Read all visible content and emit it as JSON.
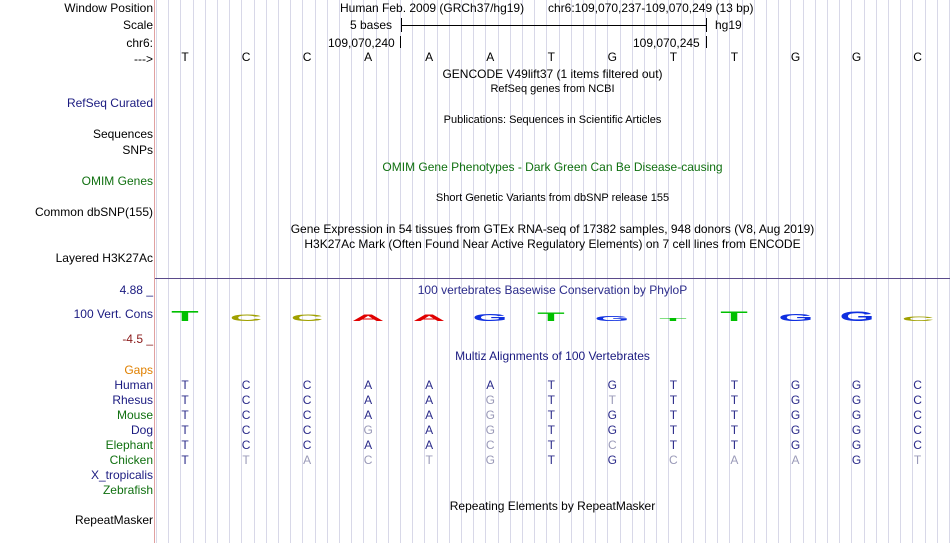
{
  "labels": {
    "window_position": "Window Position",
    "scale": "Scale",
    "chrom": "chr6:",
    "strand": "--->",
    "refseq": "RefSeq Curated",
    "sequences": "Sequences",
    "snps": "SNPs",
    "omim": "OMIM Genes",
    "common_dbsnp": "Common dbSNP(155)",
    "layered": "Layered H3K27Ac",
    "cons_max": "4.88 _",
    "cons": "100 Vert. Cons",
    "cons_min": "-4.5 _",
    "gaps": "Gaps",
    "repeatmasker": "RepeatMasker"
  },
  "header": {
    "assembly": "Human Feb. 2009 (GRCh37/hg19)",
    "position": "chr6:109,070,237-109,070,249 (13 bp)",
    "scale_text": "5 bases",
    "scale_db": "hg19",
    "coord_left": "109,070,240",
    "coord_right": "109,070,245"
  },
  "sequence": [
    "T",
    "C",
    "C",
    "A",
    "A",
    "A",
    "T",
    "G",
    "T",
    "T",
    "G",
    "G",
    "C"
  ],
  "tracks": {
    "gencode": "GENCODE V49lift37 (1 items filtered out)",
    "refseq_desc": "RefSeq genes from NCBI",
    "publications": "Publications: Sequences in Scientific Articles",
    "omim_desc": "OMIM Gene Phenotypes - Dark Green Can Be Disease-causing",
    "dbsnp_desc": "Short Genetic Variants from dbSNP release 155",
    "gtex": "Gene Expression in 54 tissues from GTEx RNA-seq of 17382 samples, 948 donors (V8, Aug 2019)",
    "h3k27ac": "H3K27Ac Mark (Often Found Near Active Regulatory Elements) on 7 cell lines from ENCODE",
    "phylop": "100 vertebrates Basewise Conservation by PhyloP",
    "multiz": "Multiz Alignments of 100 Vertebrates",
    "repeatmasker_desc": "Repeating Elements by RepeatMasker"
  },
  "conservation_logo": [
    {
      "base": "T",
      "color": "#00c000",
      "strength": 1.0
    },
    {
      "base": "C",
      "color": "#a0a000",
      "strength": 0.5
    },
    {
      "base": "C",
      "color": "#a0a000",
      "strength": 0.5
    },
    {
      "base": "A",
      "color": "#e00000",
      "strength": 0.5
    },
    {
      "base": "A",
      "color": "#e00000",
      "strength": 0.5
    },
    {
      "base": "G",
      "color": "#1030e0",
      "strength": 0.6
    },
    {
      "base": "T",
      "color": "#00c000",
      "strength": 0.7
    },
    {
      "base": "G",
      "color": "#1030e0",
      "strength": 0.3
    },
    {
      "base": "T",
      "color": "#00c000",
      "strength": 0.1
    },
    {
      "base": "T",
      "color": "#00c000",
      "strength": 0.9
    },
    {
      "base": "G",
      "color": "#1030e0",
      "strength": 0.55
    },
    {
      "base": "G",
      "color": "#1030e0",
      "strength": 0.85
    },
    {
      "base": "C",
      "color": "#a0a000",
      "strength": 0.25
    }
  ],
  "alignments": [
    {
      "species": "Human",
      "color": "#1a1a80",
      "bases": [
        "T",
        "C",
        "C",
        "A",
        "A",
        "A",
        "T",
        "G",
        "T",
        "T",
        "G",
        "G",
        "C"
      ],
      "dim": [
        0,
        0,
        0,
        0,
        0,
        0,
        0,
        0,
        0,
        0,
        0,
        0,
        0
      ]
    },
    {
      "species": "Rhesus",
      "color": "#1a1a80",
      "bases": [
        "T",
        "C",
        "C",
        "A",
        "A",
        "G",
        "T",
        "T",
        "T",
        "T",
        "G",
        "G",
        "C"
      ],
      "dim": [
        0,
        0,
        0,
        0,
        0,
        1,
        0,
        1,
        0,
        0,
        0,
        0,
        0
      ]
    },
    {
      "species": "Mouse",
      "color": "#107010",
      "bases": [
        "T",
        "C",
        "C",
        "A",
        "A",
        "G",
        "T",
        "G",
        "T",
        "T",
        "G",
        "G",
        "C"
      ],
      "dim": [
        0,
        0,
        0,
        0,
        0,
        1,
        0,
        0,
        0,
        0,
        0,
        0,
        0
      ]
    },
    {
      "species": "Dog",
      "color": "#1a1a80",
      "bases": [
        "T",
        "C",
        "C",
        "G",
        "A",
        "G",
        "T",
        "G",
        "T",
        "T",
        "G",
        "G",
        "C"
      ],
      "dim": [
        0,
        0,
        0,
        1,
        0,
        1,
        0,
        0,
        0,
        0,
        0,
        0,
        0
      ]
    },
    {
      "species": "Elephant",
      "color": "#107010",
      "bases": [
        "T",
        "C",
        "C",
        "A",
        "A",
        "C",
        "T",
        "C",
        "T",
        "T",
        "G",
        "G",
        "C"
      ],
      "dim": [
        0,
        0,
        0,
        0,
        0,
        1,
        0,
        1,
        0,
        0,
        0,
        0,
        0
      ]
    },
    {
      "species": "Chicken",
      "color": "#107010",
      "bases": [
        "T",
        "T",
        "A",
        "C",
        "T",
        "G",
        "T",
        "G",
        "C",
        "A",
        "A",
        "G",
        "T"
      ],
      "dim": [
        0,
        1,
        1,
        1,
        1,
        1,
        0,
        0,
        1,
        1,
        1,
        0,
        1
      ]
    },
    {
      "species": "X_tropicalis",
      "color": "#1a1a80",
      "bases": [],
      "dim": []
    },
    {
      "species": "Zebrafish",
      "color": "#107010",
      "bases": [],
      "dim": []
    }
  ],
  "colors": {
    "refseq": "#1a1a80",
    "omim": "#107010",
    "phylop": "#2b2b8a",
    "cons_max": "#1a1a80",
    "cons_min": "#8a1a1a",
    "gaps": "#e08000"
  }
}
